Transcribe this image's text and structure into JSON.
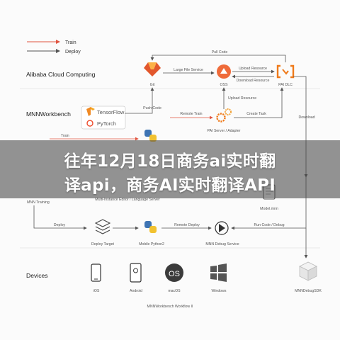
{
  "overlay": {
    "line1": "往年12月18日商务ai实时翻",
    "line2": "译api，商务AI实时翻译API"
  },
  "legend": {
    "train": "Train",
    "deploy": "Deploy"
  },
  "lanes": {
    "alibaba": "Alibaba Cloud Computing",
    "mnnworkbench": "MNNWorkbench",
    "devices": "Devices"
  },
  "nodes": {
    "git": "Git",
    "oss": "OSS",
    "pai_dlc": "PAI DLC",
    "tensorflow": "TensorFlow",
    "pytorch": "PyTorch",
    "pai_server": "PAI Server / Adapter",
    "model_mnn": "Model.mnn",
    "deploy_target": "Deploy Target",
    "mobile_python": "Mobile Python2",
    "mnn_debug_service": "MNN Debug Service",
    "mnn_training": "MNN Training",
    "multi_instance": "Multi-Instance Editor / Language Server",
    "ios": "iOS",
    "android": "Android",
    "macos": "macOS",
    "macos_badge": "OS",
    "windows": "Windows",
    "mnn_debug_sdk": "MNNDebugSDK"
  },
  "edges": {
    "pull_code": "Pull Code",
    "large_file_service": "Large File Service",
    "upload_resource": "Upload Resource",
    "download_resource": "Download Resource",
    "push_code": "Push Code",
    "remote_train": "Remote Train",
    "create_task": "Create Task",
    "download": "Download",
    "train": "Train",
    "deploy": "Deploy",
    "remote_deploy": "Remote Deploy",
    "run_code_debug": "Run Code / Debug"
  },
  "footer": "MNNWorkbench Workflow II",
  "colors": {
    "train_arrow": "#e0533f",
    "deploy_arrow": "#555555",
    "gitlab_orange": "#e2572c",
    "pai_orange": "#ef7a1a",
    "python_blue": "#3e74b3",
    "python_yellow": "#f2c230",
    "overlay": "#464646"
  }
}
